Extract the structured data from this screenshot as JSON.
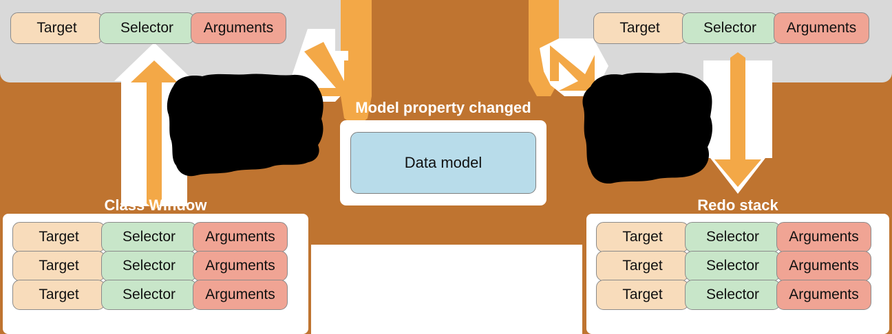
{
  "diagram": {
    "title_visible": false,
    "background_color": "#BF7430",
    "band_color": "#D9D9D9",
    "arrow_color": "#F3A847",
    "arrow_outline_color": "#FFFFFF",
    "page_background": "#FFFFFF"
  },
  "palette": {
    "target_fill": "#F8DCBB",
    "selector_fill": "#C8E6C9",
    "arguments_fill": "#F0A494",
    "pill_border": "#8A8A8A",
    "data_model_fill": "#B8DCEA",
    "panel_fill": "#FFFFFF",
    "label_color": "#FFFFFF",
    "text_color": "#111111",
    "redaction_color": "#000000"
  },
  "command_labels": {
    "target": "Target",
    "selector": "Selector",
    "arguments": "Arguments"
  },
  "top_commands": [
    {
      "id": "top-left-command",
      "cells": [
        "Target",
        "Selector",
        "Arguments"
      ]
    },
    {
      "id": "top-right-command",
      "cells": [
        "Target",
        "Selector",
        "Arguments"
      ]
    }
  ],
  "center": {
    "title": "Model property changed",
    "card_label": "Data model"
  },
  "stacks": [
    {
      "id": "left-stack",
      "title": "Class Window",
      "rows": [
        [
          "Target",
          "Selector",
          "Arguments"
        ],
        [
          "Target",
          "Selector",
          "Arguments"
        ],
        [
          "Target",
          "Selector",
          "Arguments"
        ]
      ]
    },
    {
      "id": "right-stack",
      "title": "Redo stack",
      "rows": [
        [
          "Target",
          "Selector",
          "Arguments"
        ],
        [
          "Target",
          "Selector",
          "Arguments"
        ],
        [
          "Target",
          "Selector",
          "Arguments"
        ]
      ]
    }
  ],
  "redactions": [
    {
      "id": "left-redaction",
      "label": ""
    },
    {
      "id": "right-redaction",
      "label": ""
    }
  ]
}
